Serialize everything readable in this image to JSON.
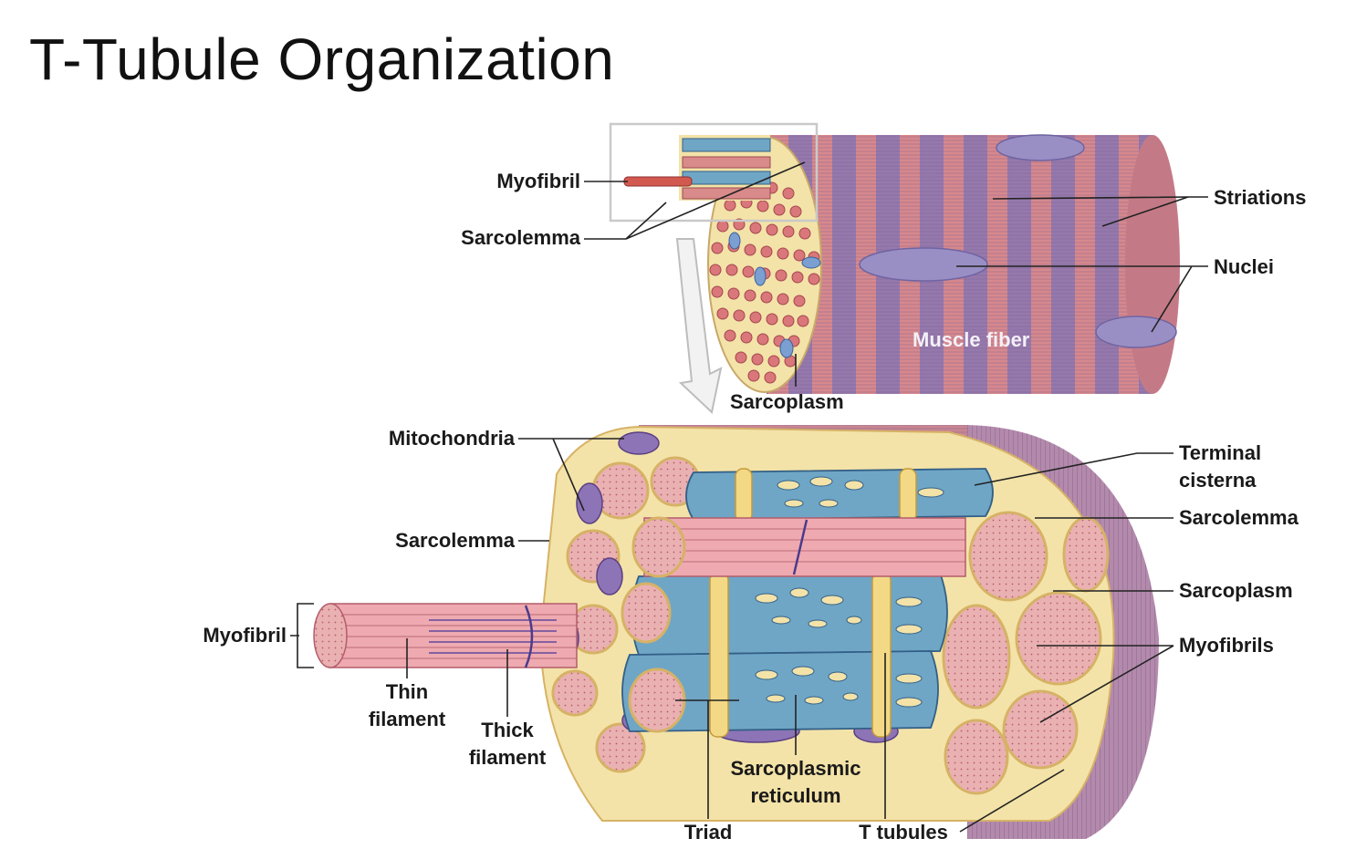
{
  "title": "T-Tubule Organization",
  "labels": {
    "myofibril_top": "Myofibril",
    "sarcolemma_top": "Sarcolemma",
    "striations": "Striations",
    "nuclei": "Nuclei",
    "muscle_fiber": "Muscle fiber",
    "sarcoplasm_top": "Sarcoplasm",
    "mitochondria": "Mitochondria",
    "sarcolemma_left": "Sarcolemma",
    "myofibril_left": "Myofibril",
    "thin_filament_1": "Thin",
    "thin_filament_2": "filament",
    "thick_filament_1": "Thick",
    "thick_filament_2": "filament",
    "sarcoplasmic_reticulum_1": "Sarcoplasmic",
    "sarcoplasmic_reticulum_2": "reticulum",
    "triad": "Triad",
    "t_tubules": "T tubules",
    "terminal_cisterna_1": "Terminal",
    "terminal_cisterna_2": "cisterna",
    "sarcolemma_right": "Sarcolemma",
    "sarcoplasm_right": "Sarcoplasm",
    "myofibrils": "Myofibrils"
  },
  "colors": {
    "muscle_pink": "#d98a8a",
    "muscle_purple": "#8a74a8",
    "sarcoplasm_yellow": "#f3e3a8",
    "reticulum_blue": "#6fa6c6",
    "nucleus_lavender": "#9a8fc4"
  }
}
